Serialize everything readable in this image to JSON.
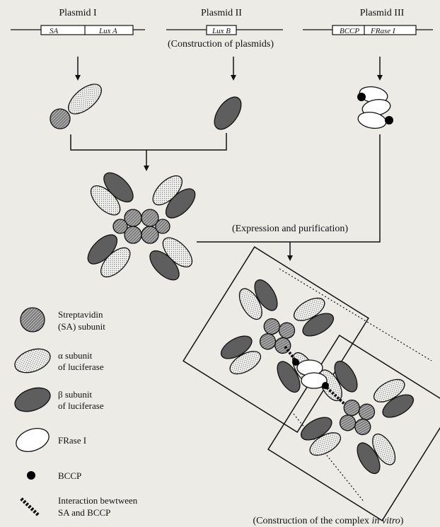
{
  "plasmids": {
    "p1": {
      "title": "Plasmid I",
      "seg_a": "SA",
      "seg_b": "Lux A"
    },
    "p2": {
      "title": "Plasmid II",
      "seg_a": "Lux B"
    },
    "p3": {
      "title": "Plasmid III",
      "seg_a": "BCCP",
      "seg_b": "FRase I"
    }
  },
  "captions": {
    "construction_plasmids": "(Construction of plasmids)",
    "expression": "(Expression and purification)",
    "complex_prefix": "(Construction of the complex ",
    "complex_italic": "in vitro",
    "complex_suffix": ")"
  },
  "legend": {
    "sa_l1": "Streptavidin",
    "sa_l2": "(SA) subunit",
    "alpha_l1": "α subunit",
    "alpha_l2": "of luciferase",
    "beta_l1": "β subunit",
    "beta_l2": "of luciferase",
    "frase": "FRase I",
    "bccp": "BCCP",
    "inter_l1": "Interaction bewtween",
    "inter_l2": "SA and BCCP"
  },
  "colors": {
    "background": "#ecebe6",
    "beta_fill": "#5e5e5e",
    "sa_fill": "#a8a8a8",
    "alpha_fill": "#f4f4f1",
    "bccp_fill": "#000000"
  }
}
